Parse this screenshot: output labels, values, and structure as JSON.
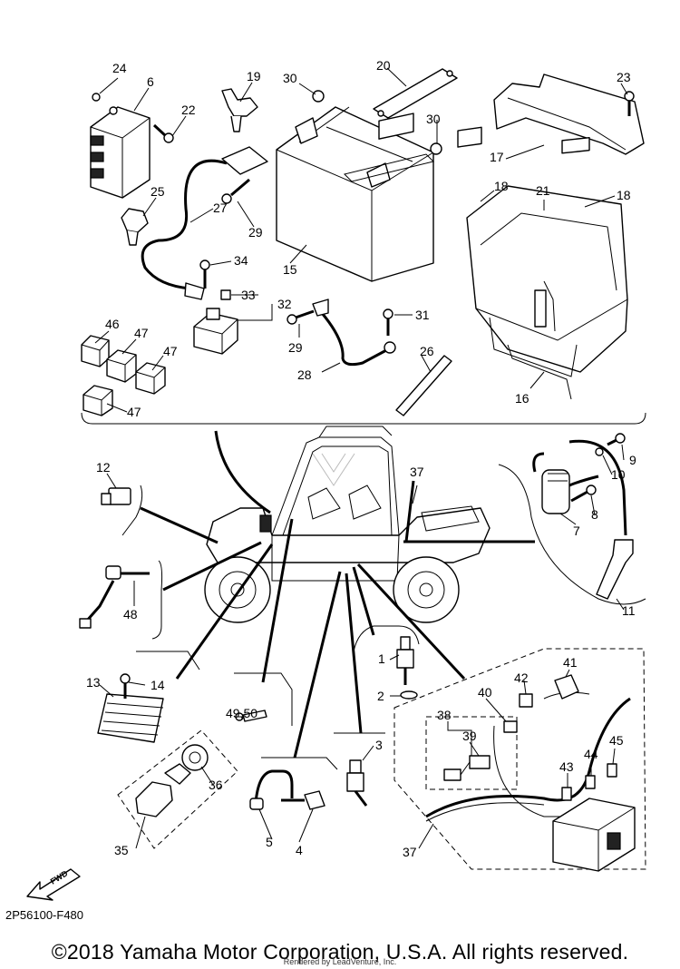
{
  "diagram": {
    "code": "2P56100-F480",
    "copyright": "©2018 Yamaha Motor Corporation, U.S.A. All rights reserved.",
    "renderer_note": "Rendered by LeadVenture, Inc.",
    "fwd_label": "FWD",
    "callouts": {
      "c1": "1",
      "c2": "2",
      "c3": "3",
      "c4": "4",
      "c5": "5",
      "c6": "6",
      "c7": "7",
      "c8": "8",
      "c9": "9",
      "c10": "10",
      "c11": "11",
      "c12": "12",
      "c13": "13",
      "c14": "14",
      "c15": "15",
      "c16": "16",
      "c17": "17",
      "c18a": "18",
      "c18b": "18",
      "c19": "19",
      "c20": "20",
      "c21": "21",
      "c22": "22",
      "c23": "23",
      "c24": "24",
      "c25": "25",
      "c26": "26",
      "c27": "27",
      "c28": "28",
      "c29a": "29",
      "c29b": "29",
      "c30a": "30",
      "c30b": "30",
      "c31": "31",
      "c32": "32",
      "c33": "33",
      "c34": "34",
      "c35": "35",
      "c36": "36",
      "c37a": "37",
      "c37b": "37",
      "c38": "38",
      "c39": "39",
      "c40": "40",
      "c41": "41",
      "c42": "42",
      "c43": "43",
      "c44": "44",
      "c45": "45",
      "c46": "46",
      "c47a": "47",
      "c47b": "47",
      "c47c": "47",
      "c48": "48",
      "c4950": "49,50"
    }
  }
}
